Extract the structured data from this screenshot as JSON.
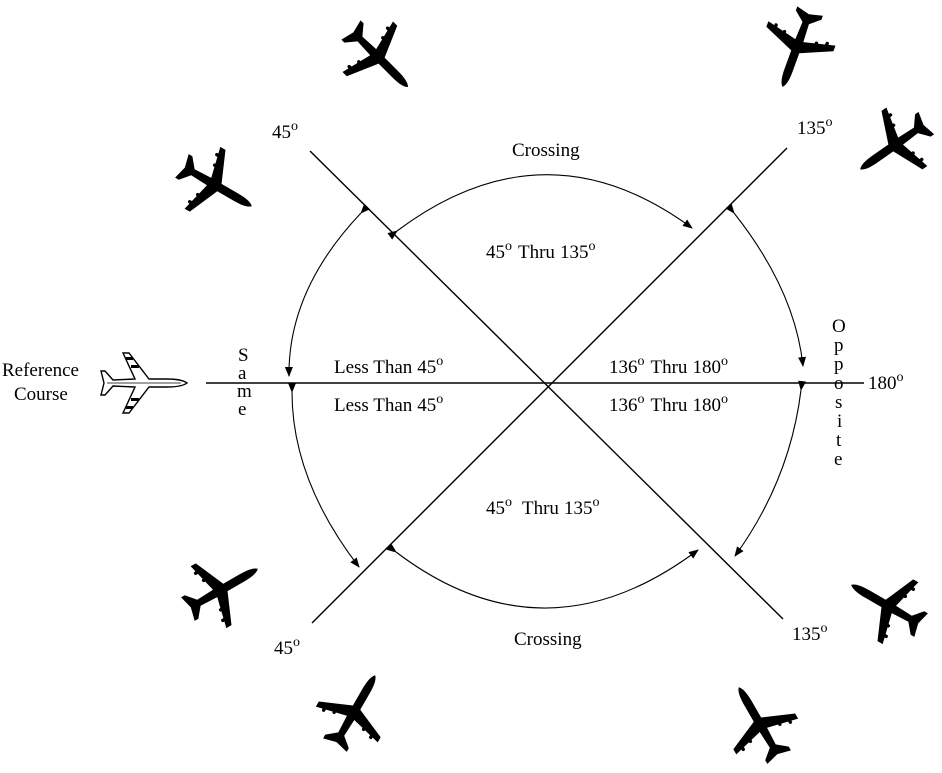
{
  "reference": {
    "line1": "Reference",
    "line2": "Course"
  },
  "angles": {
    "upper_left": "45",
    "upper_right": "135",
    "lower_left": "45",
    "lower_right": "135",
    "right": "180",
    "degree_mark": "o"
  },
  "sectors": {
    "crossing_top": "Crossing",
    "crossing_bottom": "Crossing",
    "thru_top": {
      "a": "45",
      "word": "Thru",
      "b": "135"
    },
    "thru_bottom": {
      "a": "45",
      "word": "Thru",
      "b": "135"
    },
    "less_top": {
      "text": "Less Than",
      "a": "45"
    },
    "less_bottom": {
      "text": "Less Than",
      "a": "45"
    },
    "opp_top": {
      "a": "136",
      "word": "Thru",
      "b": "180"
    },
    "opp_bottom": {
      "a": "136",
      "word": "Thru",
      "b": "180"
    }
  },
  "side_labels": {
    "same": [
      "S",
      "a",
      "m",
      "e"
    ],
    "opposite": [
      "O",
      "p",
      "p",
      "o",
      "s",
      "i",
      "t",
      "e"
    ]
  },
  "aircraft": [
    {
      "position": "reference",
      "style": "outline",
      "heading_deg": 90
    },
    {
      "position": "top-left-upper",
      "style": "silhouette",
      "heading_deg": 135
    },
    {
      "position": "top-left-lower",
      "style": "silhouette",
      "heading_deg": 120
    },
    {
      "position": "top-right-upper",
      "style": "silhouette",
      "heading_deg": 200
    },
    {
      "position": "top-right-lower",
      "style": "silhouette",
      "heading_deg": 235
    },
    {
      "position": "bottom-left-upper",
      "style": "silhouette",
      "heading_deg": 60
    },
    {
      "position": "bottom-left-lower",
      "style": "silhouette",
      "heading_deg": 30
    },
    {
      "position": "bottom-right-upper",
      "style": "silhouette",
      "heading_deg": 300
    },
    {
      "position": "bottom-right-lower",
      "style": "silhouette",
      "heading_deg": 330
    }
  ]
}
